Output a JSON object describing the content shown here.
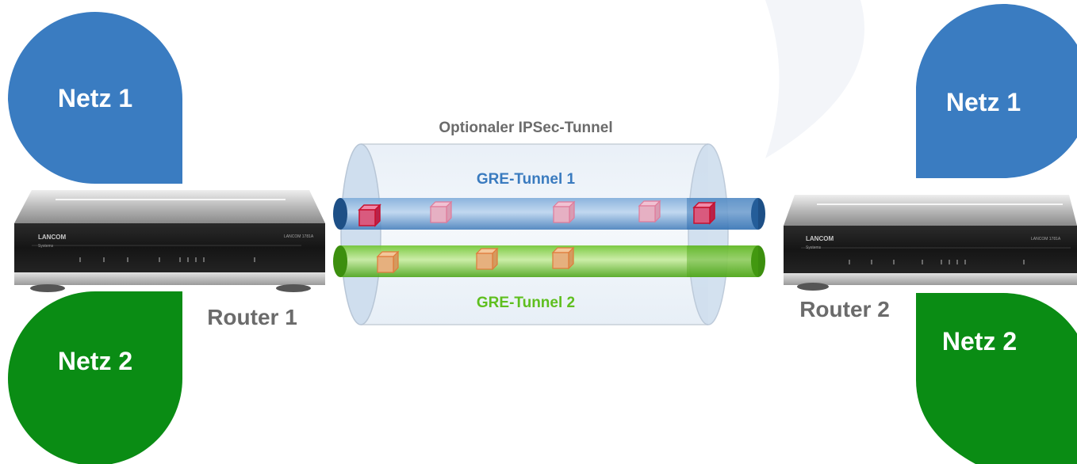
{
  "networks": {
    "left_net1": "Netz 1",
    "left_net2": "Netz 2",
    "right_net1": "Netz 1",
    "right_net2": "Netz 2"
  },
  "routers": {
    "router1_label": "Router 1",
    "router2_label": "Router 2",
    "brand": "LANCOM",
    "sub_brand": "Systems",
    "model": "LANCOM 1781A"
  },
  "tunnels": {
    "ipsec_label": "Optionaler IPSec-Tunnel",
    "gre1_label": "GRE-Tunnel 1",
    "gre2_label": "GRE-Tunnel 2"
  },
  "colors": {
    "network1": "#3a7cc1",
    "network2": "#0a8c14",
    "gre1": "#3a7bbf",
    "gre2": "#5fbf1f",
    "ipsec_fill": "#dbe6f1",
    "label_gray": "#6b6b6b",
    "packet_red": "#c8102e",
    "packet_pink": "#e07a9a",
    "packet_orange": "#e07a3a"
  }
}
